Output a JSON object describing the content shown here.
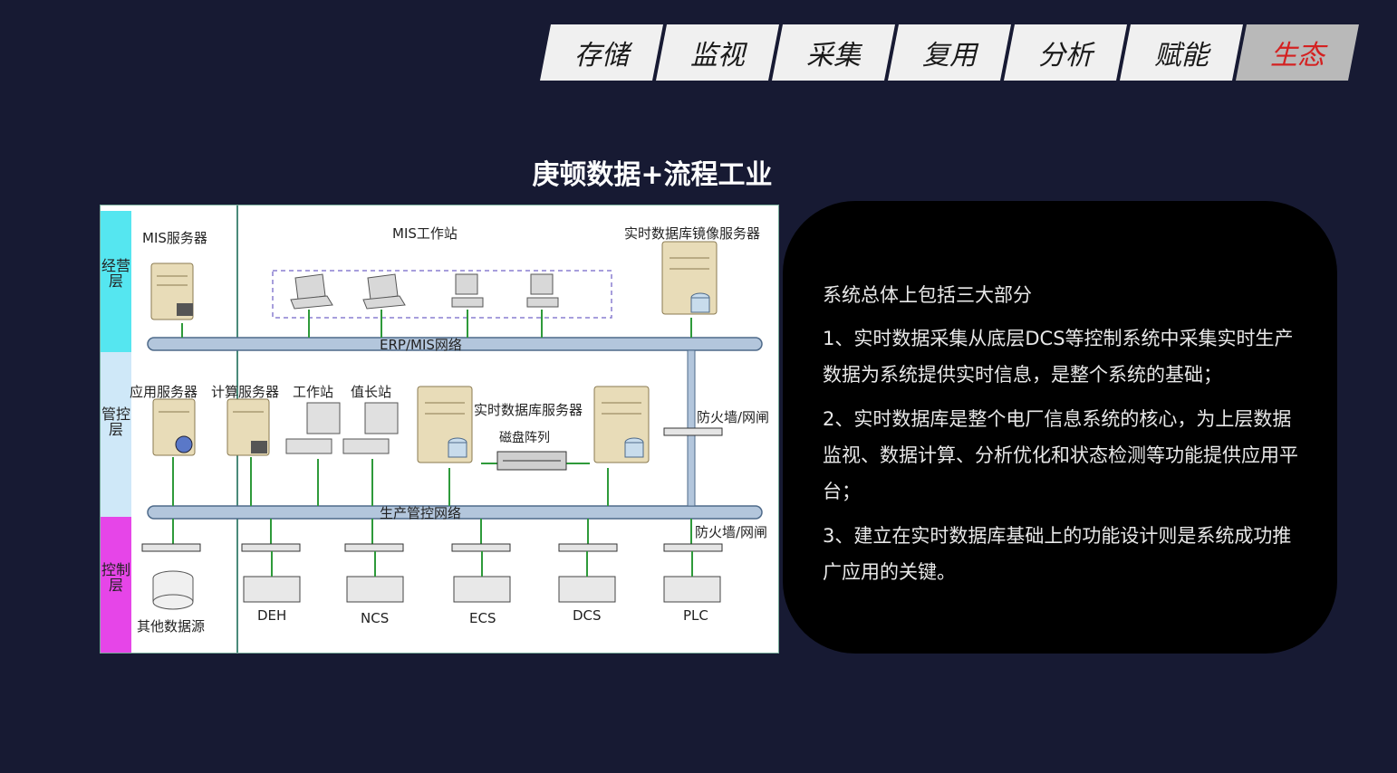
{
  "tabs": [
    {
      "label": "存储",
      "active": false
    },
    {
      "label": "监视",
      "active": false
    },
    {
      "label": "采集",
      "active": false
    },
    {
      "label": "复用",
      "active": false
    },
    {
      "label": "分析",
      "active": false
    },
    {
      "label": "赋能",
      "active": false
    },
    {
      "label": "生态",
      "active": true
    }
  ],
  "title": "庚顿数据+流程工业",
  "diagram": {
    "layers": {
      "business": "经营层",
      "control_mgmt": "管控层",
      "control": "控制层"
    },
    "layer_colors": {
      "business": "#55e6f0",
      "control_mgmt": "#cfe8f8",
      "control": "#e645e8"
    },
    "labels": {
      "mis_server": "MIS服务器",
      "mis_workstation": "MIS工作站",
      "rtdb_mirror": "实时数据库镜像服务器",
      "erp_network": "ERP/MIS网络",
      "app_server": "应用服务器",
      "calc_server": "计算服务器",
      "workstation": "工作站",
      "duty_station": "值长站",
      "rtdb_server": "实时数据库服务器",
      "disk_array": "磁盘阵列",
      "firewall_1": "防火墙/网闸",
      "prod_network": "生产管控网络",
      "firewall_2": "防火墙/网闸",
      "other_source": "其他数据源",
      "deh": "DEH",
      "ncs": "NCS",
      "ecs": "ECS",
      "dcs": "DCS",
      "plc": "PLC"
    }
  },
  "info": {
    "heading": "系统总体上包括三大部分",
    "points": [
      "1、实时数据采集从底层DCS等控制系统中采集实时生产数据为系统提供实时信息，是整个系统的基础；",
      "2、实时数据库是整个电厂信息系统的核心，为上层数据监视、数据计算、分析优化和状态检测等功能提供应用平台；",
      "3、建立在实时数据库基础上的功能设计则是系统成功推广应用的关键。"
    ]
  }
}
